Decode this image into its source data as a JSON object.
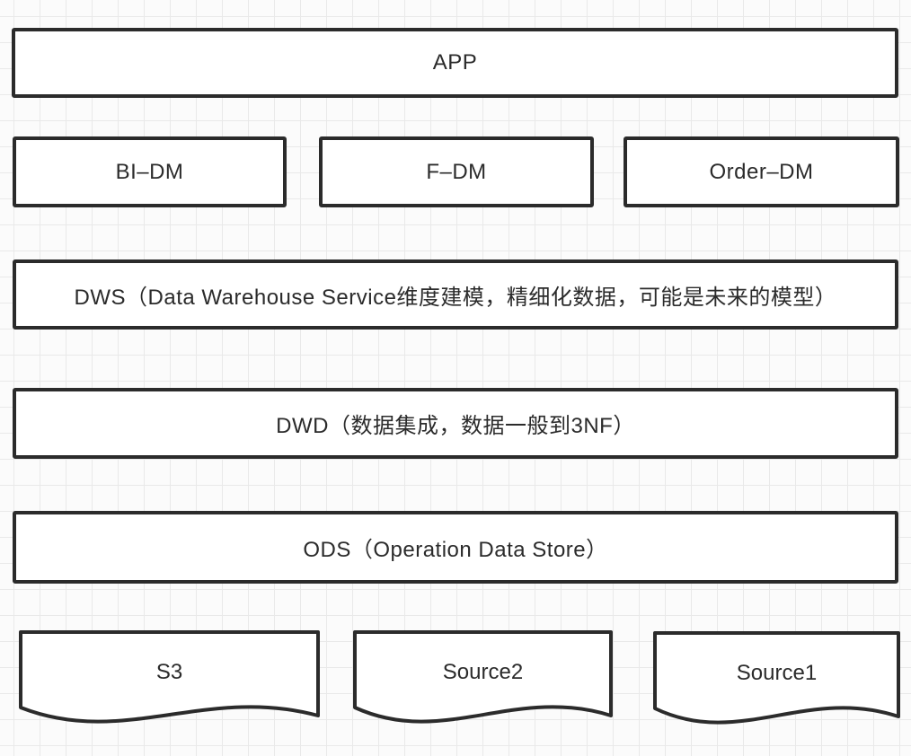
{
  "diagram": {
    "description": "Data warehouse layered architecture diagram on grid paper background"
  },
  "boxes": {
    "app": {
      "label": "APP"
    },
    "bi_dm": {
      "label": "BI–DM"
    },
    "f_dm": {
      "label": "F–DM"
    },
    "order_dm": {
      "label": "Order–DM"
    },
    "dws": {
      "label": "DWS（Data Warehouse Service维度建模，精细化数据，可能是未来的模型）"
    },
    "dwd": {
      "label": "DWD（数据集成，数据一般到3NF）"
    },
    "ods": {
      "label": "ODS（Operation Data Store）"
    },
    "s3": {
      "label": "S3"
    },
    "source2": {
      "label": "Source2"
    },
    "source1": {
      "label": "Source1"
    }
  },
  "colors": {
    "background": "#fbfbfb",
    "grid_line": "#e9e9e9",
    "box_fill": "#ffffff",
    "border": "#2b2b2b",
    "text": "#2b2b2b"
  }
}
